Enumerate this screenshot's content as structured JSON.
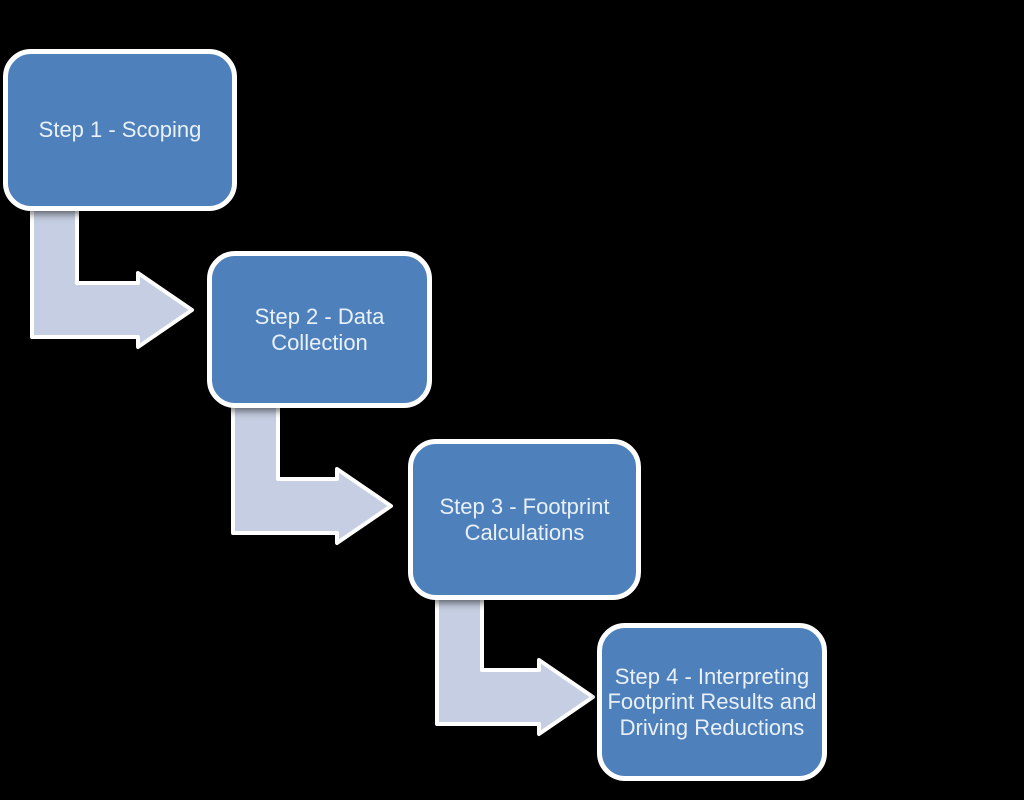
{
  "diagram": {
    "type": "stepped-process-flowchart",
    "title": "",
    "steps": [
      {
        "id": "step-1",
        "label": "Step 1 - Scoping",
        "lines": [
          "Step 1 - Scoping"
        ]
      },
      {
        "id": "step-2",
        "label": "Step 2 - Data Collection",
        "lines": [
          "Step 2 - Data",
          "Collection"
        ]
      },
      {
        "id": "step-3",
        "label": "Step 3 - Footprint Calculations",
        "lines": [
          "Step 3 - Footprint",
          "Calculations"
        ]
      },
      {
        "id": "step-4",
        "label": "Step 4 - Interpreting Footprint Results and Driving Reductions",
        "lines": [
          "Step 4 - Interpreting",
          "Footprint Results and",
          "Driving Reductions"
        ]
      }
    ],
    "connectors": [
      {
        "from": "step-1",
        "to": "step-2",
        "shape": "bent-arrow-down-right"
      },
      {
        "from": "step-2",
        "to": "step-3",
        "shape": "bent-arrow-down-right"
      },
      {
        "from": "step-3",
        "to": "step-4",
        "shape": "bent-arrow-down-right"
      }
    ],
    "colors": {
      "background": "#000000",
      "box_fill": "#4E81BC",
      "box_border": "#FFFFFF",
      "box_text": "#EAF0F8",
      "arrow_fill": "#C5CEE2",
      "arrow_border": "#FFFFFF"
    }
  }
}
